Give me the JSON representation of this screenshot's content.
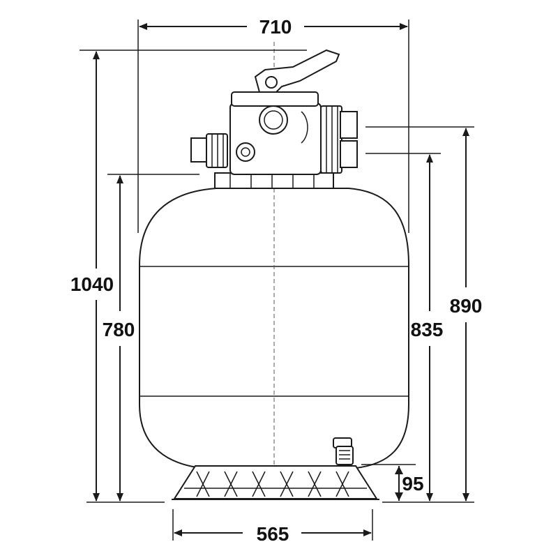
{
  "dimensions": {
    "overall_width": "710",
    "overall_height": "1040",
    "height_to_side_port": "780",
    "height_to_lower_port": "835",
    "height_to_upper_port": "890",
    "drain_height": "95",
    "base_width": "565"
  },
  "colors": {
    "line": "#1a1a1a",
    "text": "#111111",
    "background": "#ffffff"
  }
}
